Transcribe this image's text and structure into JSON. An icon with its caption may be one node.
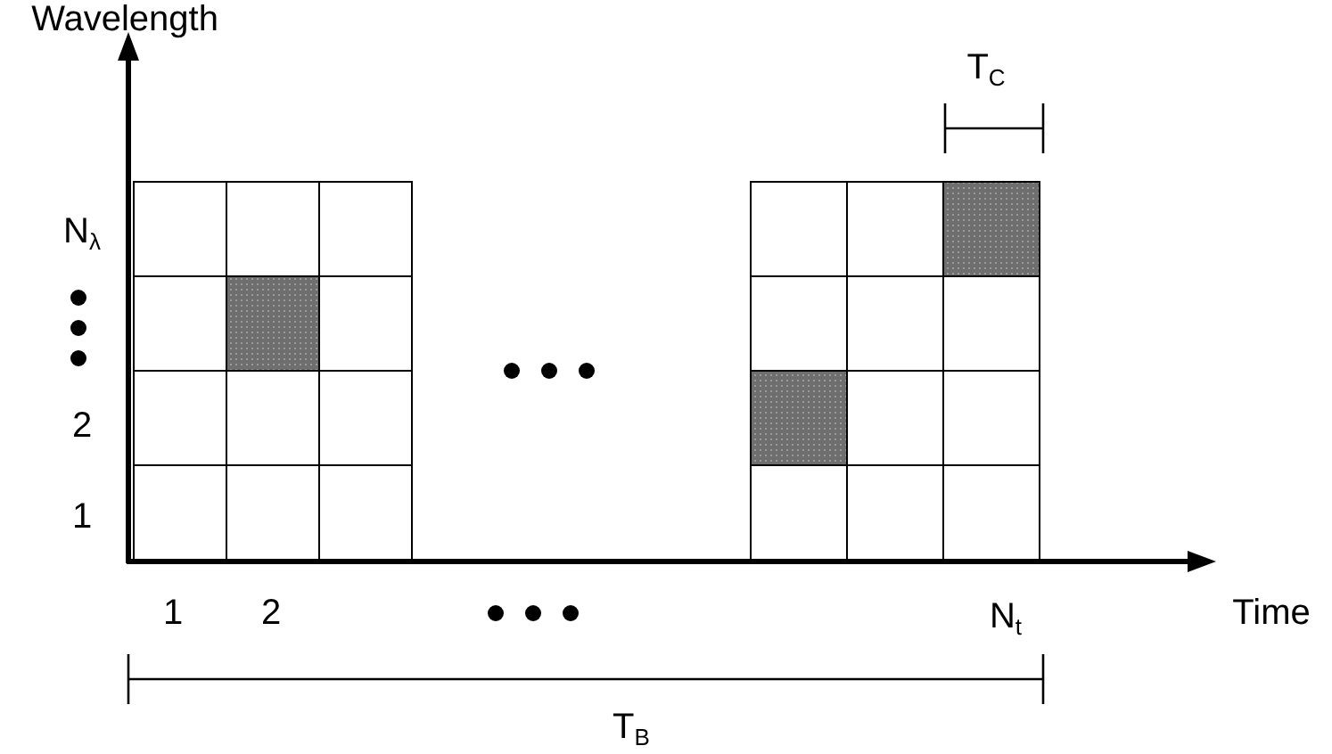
{
  "diagram": {
    "labels": [
      "Wavelength",
      "T$_{C}$",
      "N$_{λ}$",
      "2",
      "1",
      "1",
      "2",
      "N$_{t}$",
      "Time",
      "T$_{B}$"
    ]
  }
}
